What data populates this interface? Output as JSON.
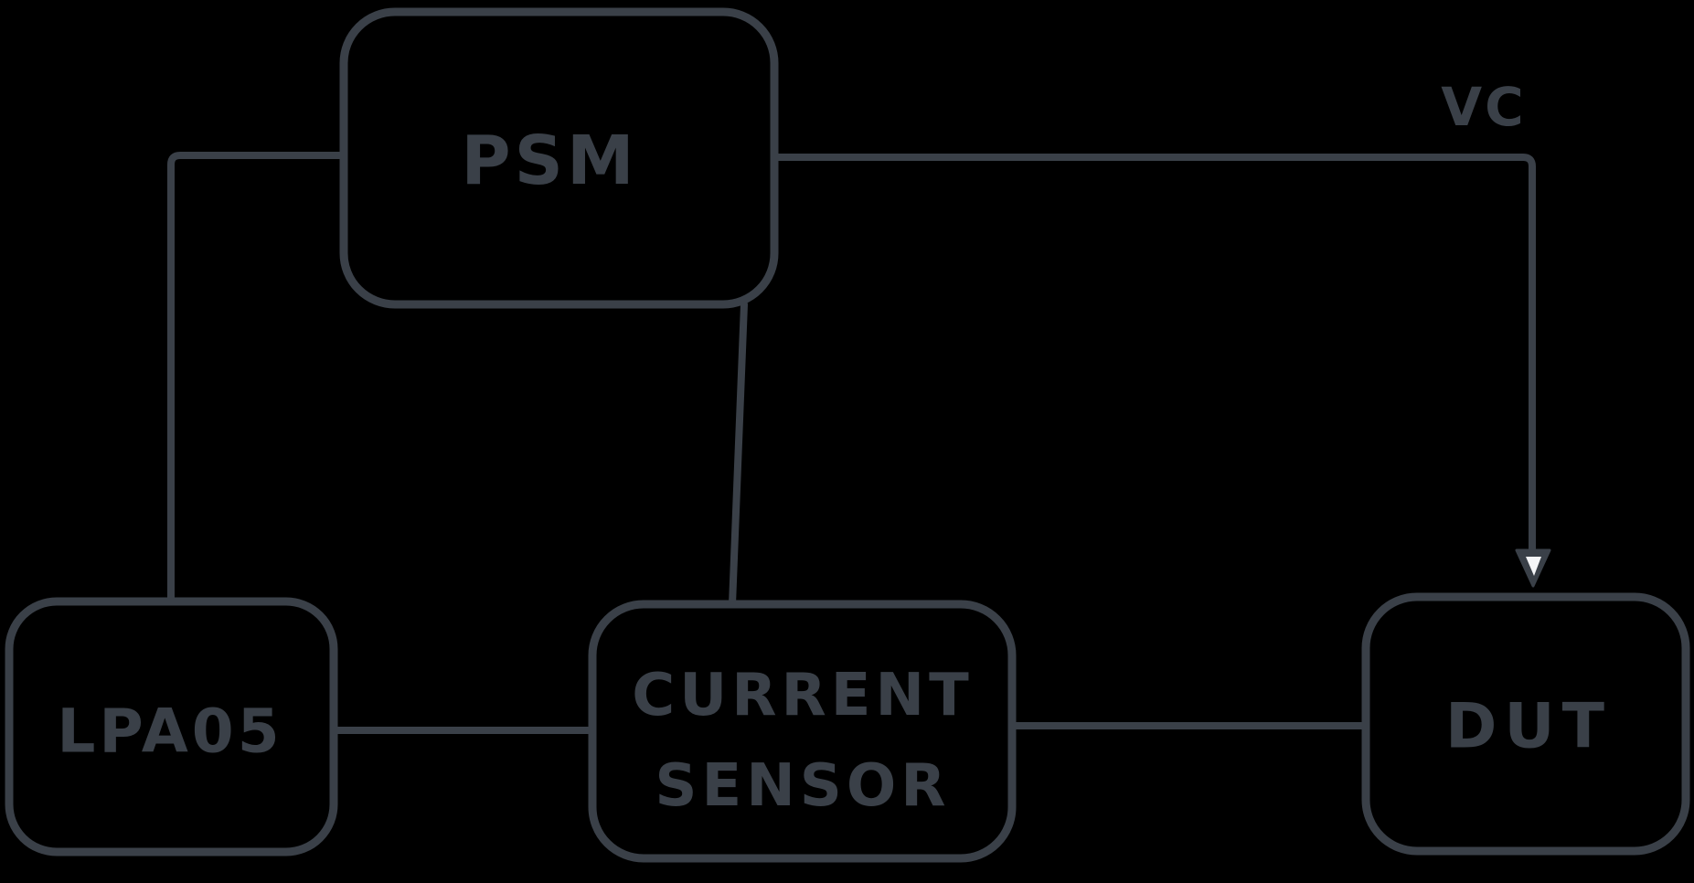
{
  "diagram": {
    "type": "block-diagram",
    "nodes": [
      {
        "id": "psm",
        "label": "PSM"
      },
      {
        "id": "lpa05",
        "label": "LPA05"
      },
      {
        "id": "current-sensor",
        "label": "CURRENT SENSOR",
        "label_lines": [
          "CURRENT",
          "SENSOR"
        ]
      },
      {
        "id": "dut",
        "label": "DUT"
      }
    ],
    "edges": [
      {
        "from": "PSM",
        "to": "LPA05",
        "label": "",
        "arrowhead": "none"
      },
      {
        "from": "PSM",
        "to": "DUT",
        "label": "VC",
        "arrowhead": "hollow-triangle"
      },
      {
        "from": "PSM",
        "to": "CURRENT SENSOR",
        "label": "",
        "arrowhead": "none"
      },
      {
        "from": "LPA05",
        "to": "CURRENT SENSOR",
        "label": "",
        "arrowhead": "none"
      },
      {
        "from": "CURRENT SENSOR",
        "to": "DUT",
        "label": "",
        "arrowhead": "none"
      }
    ],
    "colors": {
      "background": "#000000",
      "stroke": "#3a4048",
      "arrowhead_inner": "#f5f6f8"
    }
  }
}
